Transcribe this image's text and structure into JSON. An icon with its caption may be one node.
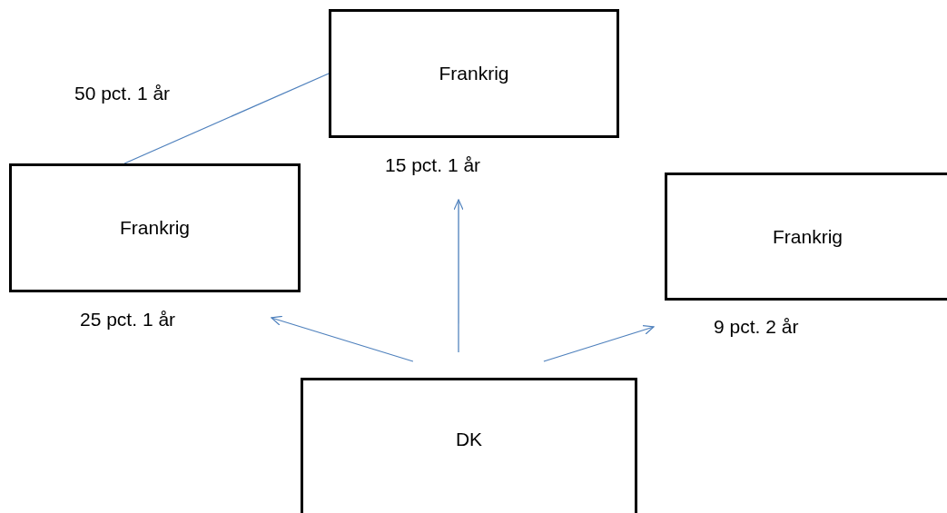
{
  "diagram": {
    "nodes": [
      {
        "text": [
          "Frankrig"
        ],
        "beside": [
          "15 pct. 1 år"
        ]
      },
      {
        "text": [
          "Frankrig"
        ],
        "beside": [
          "25 pct. 1 år"
        ]
      },
      {
        "text": [
          "Frankrig"
        ],
        "beside": [
          "9 pct. 2 år"
        ]
      },
      {
        "text": [
          "DK"
        ]
      }
    ],
    "edges": [
      {
        "from": 0,
        "to": 1,
        "arrow": "none",
        "label": "50 pct. 1 år"
      },
      {
        "from": 3,
        "to": 0,
        "arrow": "to"
      },
      {
        "from": 3,
        "to": 1,
        "arrow": "to"
      },
      {
        "from": 3,
        "to": 2,
        "arrow": "to"
      }
    ]
  }
}
